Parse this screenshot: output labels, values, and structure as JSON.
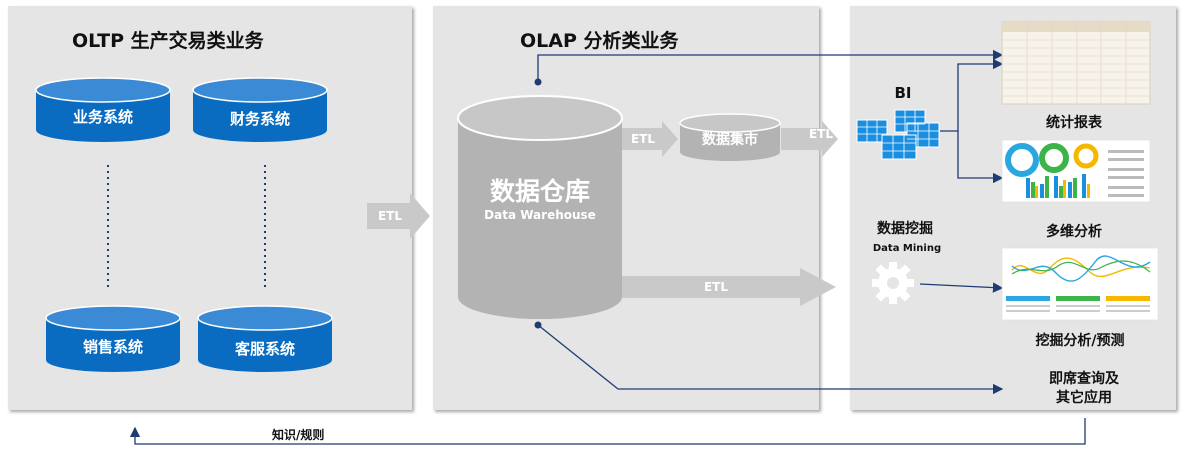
{
  "oltp": {
    "title": "OLTP 生产交易类业务",
    "systems": [
      "业务系统",
      "财务系统",
      "销售系统",
      "客服系统"
    ]
  },
  "olap": {
    "title": "OLAP 分析类业务",
    "dw_title": "数据仓库",
    "dw_subtitle": "Data Warehouse",
    "mart": "数据集市",
    "etl_labels": [
      "ETL",
      "ETL",
      "ETL",
      "ETL"
    ]
  },
  "apps": {
    "bi": "BI",
    "report": "统计报表",
    "multidim": "多维分析",
    "mining_title": "数据挖掘",
    "mining_subtitle": "Data Mining",
    "mining_pred": "挖掘分析/预测",
    "adhoc_line1": "即席查询及",
    "adhoc_line2": "其它应用"
  },
  "feedback": "知识/规则",
  "colors": {
    "panel_bg": "#e5e5e5",
    "cylinder_blue": "#0a6cc0",
    "cylinder_gray": "#b3b3b3",
    "arrow_gray": "#c9c9c9",
    "line_navy": "#1f3b73"
  }
}
